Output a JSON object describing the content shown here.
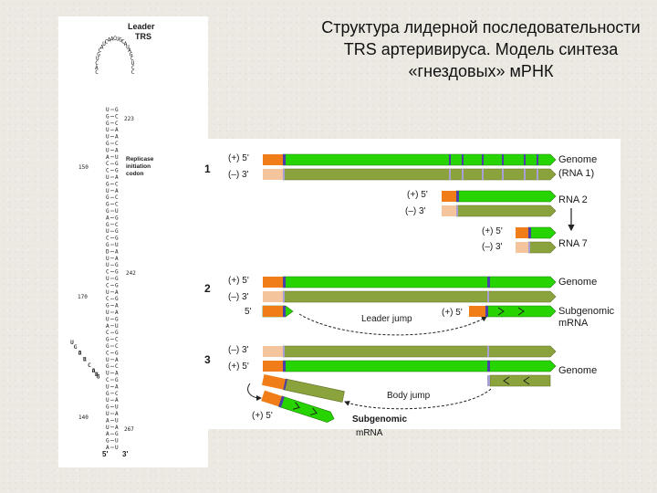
{
  "title": "Структура лидерной последовательности TRS артеривируса. Модель синтеза «гнездовых» мРНК",
  "hairpin": {
    "leader_label": "Leader",
    "trs_label": "TRS",
    "loop_seq": "UCAAC",
    "nt_numbers": [
      "223",
      "150",
      "242",
      "170",
      "140",
      "267"
    ],
    "replicase_label": [
      "Replicase",
      "initiation",
      "codon"
    ],
    "end5": "5'",
    "end3": "3'",
    "rows": [
      [
        "U",
        "G"
      ],
      [
        "G",
        "C"
      ],
      [
        "G",
        "C"
      ],
      [
        "U",
        "A"
      ],
      [
        "U",
        "A"
      ],
      [
        "G",
        "C"
      ],
      [
        "U",
        "A"
      ],
      [
        "A",
        "U"
      ],
      [
        "C",
        "G"
      ],
      [
        "C",
        "G"
      ],
      [
        "U",
        "A"
      ],
      [
        "G",
        "C"
      ],
      [
        "U",
        "A"
      ],
      [
        "G",
        "C"
      ],
      [
        "G",
        "C"
      ],
      [
        "G",
        "U"
      ],
      [
        "A",
        "G"
      ],
      [
        "G",
        "C"
      ],
      [
        "U",
        "G"
      ],
      [
        "C",
        "G"
      ],
      [
        "G",
        "U"
      ],
      [
        "D",
        "A"
      ],
      [
        "U",
        "A"
      ],
      [
        "U",
        "G"
      ],
      [
        "C",
        "G"
      ],
      [
        "U",
        "G"
      ],
      [
        "C",
        "G"
      ],
      [
        "U",
        "A"
      ],
      [
        "C",
        "G"
      ],
      [
        "G",
        "A"
      ],
      [
        "U",
        "A"
      ],
      [
        "U",
        "G"
      ],
      [
        "A",
        "U"
      ],
      [
        "C",
        "G"
      ],
      [
        "G",
        "C"
      ],
      [
        "G",
        "C"
      ],
      [
        "C",
        "G"
      ],
      [
        "U",
        "A"
      ],
      [
        "G",
        "C"
      ],
      [
        "U",
        "A"
      ],
      [
        "C",
        "G"
      ],
      [
        "U",
        "A"
      ],
      [
        "G",
        "C"
      ],
      [
        "U",
        "A"
      ],
      [
        "G",
        "U"
      ],
      [
        "U",
        "A"
      ],
      [
        "A",
        "U"
      ],
      [
        "U",
        "A"
      ],
      [
        "A",
        "G"
      ],
      [
        "G",
        "U"
      ],
      [
        "A",
        "U"
      ]
    ]
  },
  "model": {
    "step_labels": [
      "1",
      "2",
      "3"
    ],
    "plus5": "(+) 5'",
    "minus3": "(–) 3'",
    "five_prime": "5'",
    "genome_label": "Genome",
    "rna1_label": "(RNA 1)",
    "rna2_label": "RNA 2",
    "rna7_label": "RNA 7",
    "leader_jump_label": "Leader jump",
    "body_jump_label": "Body jump",
    "subgenomic_label": "Subgenomic",
    "mrna_label": "mRNA",
    "colors": {
      "plus_strand": "#27d400",
      "minus_strand": "#8ba33c",
      "leader": "#f07d17",
      "leader_minus": "#f4c49c",
      "trs": "#4b3fa8"
    }
  },
  "caption": "mRNA"
}
